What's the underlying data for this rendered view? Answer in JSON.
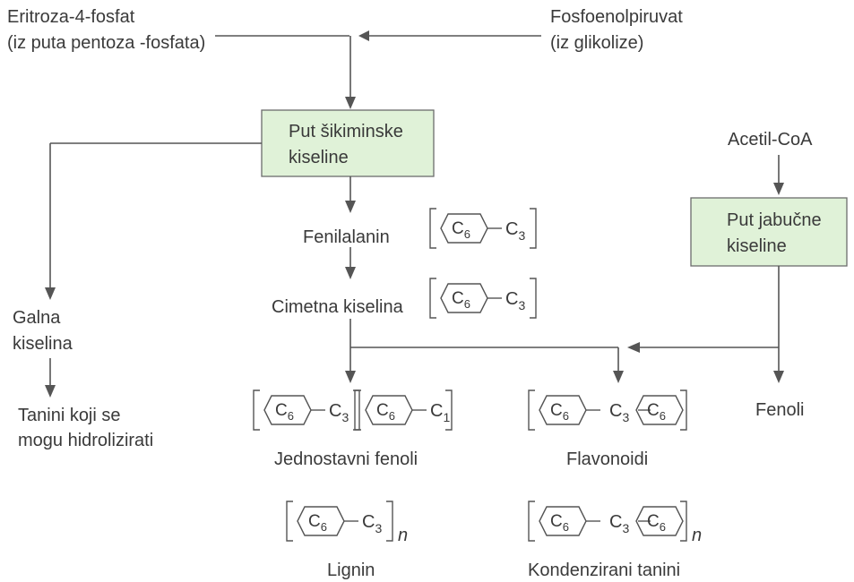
{
  "sources": {
    "erythrose": [
      "Eritroza-4-fosfat",
      "(iz puta pentoza -fosfata)"
    ],
    "pep": [
      "Fosfoenolpiruvat",
      "(iz glikolize)"
    ],
    "acetyl": "Acetil-CoA"
  },
  "boxes": {
    "shikimic": [
      "Put šikiminske",
      "kiseline"
    ],
    "malic": [
      "Put jabučne",
      "kiseline"
    ]
  },
  "compounds": {
    "phenylalanine": "Fenilalanin",
    "cinnamic": "Cimetna kiselina",
    "gallic": [
      "Galna",
      "kiselina"
    ],
    "tannins_hydro": [
      "Tanini koji se",
      "mogu hidrolizirati"
    ],
    "simple_phenols": "Jednostavni fenoli",
    "flavonoids": "Flavonoidi",
    "phenols": "Fenoli",
    "lignin": "Lignin",
    "condensed_tannins": "Kondenzirani tanini"
  },
  "formula_parts": {
    "c6": "C6",
    "c6_base": "C",
    "c6_sub": "6",
    "c3_base": "C",
    "c3_sub": "3",
    "c1_base": "C",
    "c1_sub": "1",
    "n": "n"
  },
  "colors": {
    "box_fill": "#e0f2d8",
    "line": "#555555",
    "text": "#3a3a3a"
  }
}
